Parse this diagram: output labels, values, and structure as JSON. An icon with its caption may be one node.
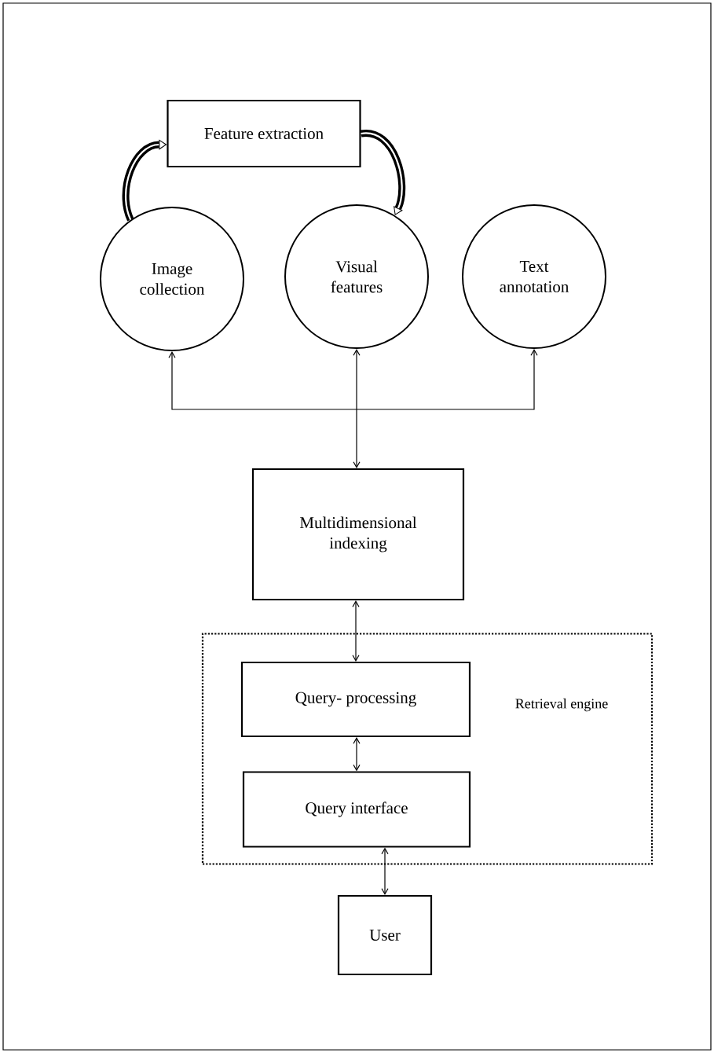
{
  "diagram": {
    "nodes": [
      {
        "text": [
          "Feature extraction"
        ]
      },
      {
        "text": [
          "Image collection"
        ]
      },
      {
        "text": [
          "Visual features"
        ]
      },
      {
        "text": [
          "Text annotation"
        ]
      },
      {
        "text": [
          "Multidimensional indexing"
        ]
      },
      {
        "text": [
          "Retrieval engine"
        ]
      },
      {
        "text": [
          "Query- processing"
        ],
        "in": 5
      },
      {
        "text": [
          "Query interface"
        ],
        "in": 5
      },
      {
        "text": [
          "User"
        ]
      }
    ],
    "edges": [
      {
        "from": 1,
        "to": 0,
        "arrow": "to",
        "style": "thick"
      },
      {
        "from": 0,
        "to": 2,
        "arrow": "to",
        "style": "thick"
      },
      {
        "from": 1,
        "to": 4,
        "arrow": "both"
      },
      {
        "from": 2,
        "to": 4,
        "arrow": "both"
      },
      {
        "from": 3,
        "to": 4,
        "arrow": "both"
      },
      {
        "from": 4,
        "to": 6,
        "arrow": "both"
      },
      {
        "from": 6,
        "to": 7,
        "arrow": "both"
      },
      {
        "from": 7,
        "to": 8,
        "arrow": "both"
      }
    ]
  }
}
